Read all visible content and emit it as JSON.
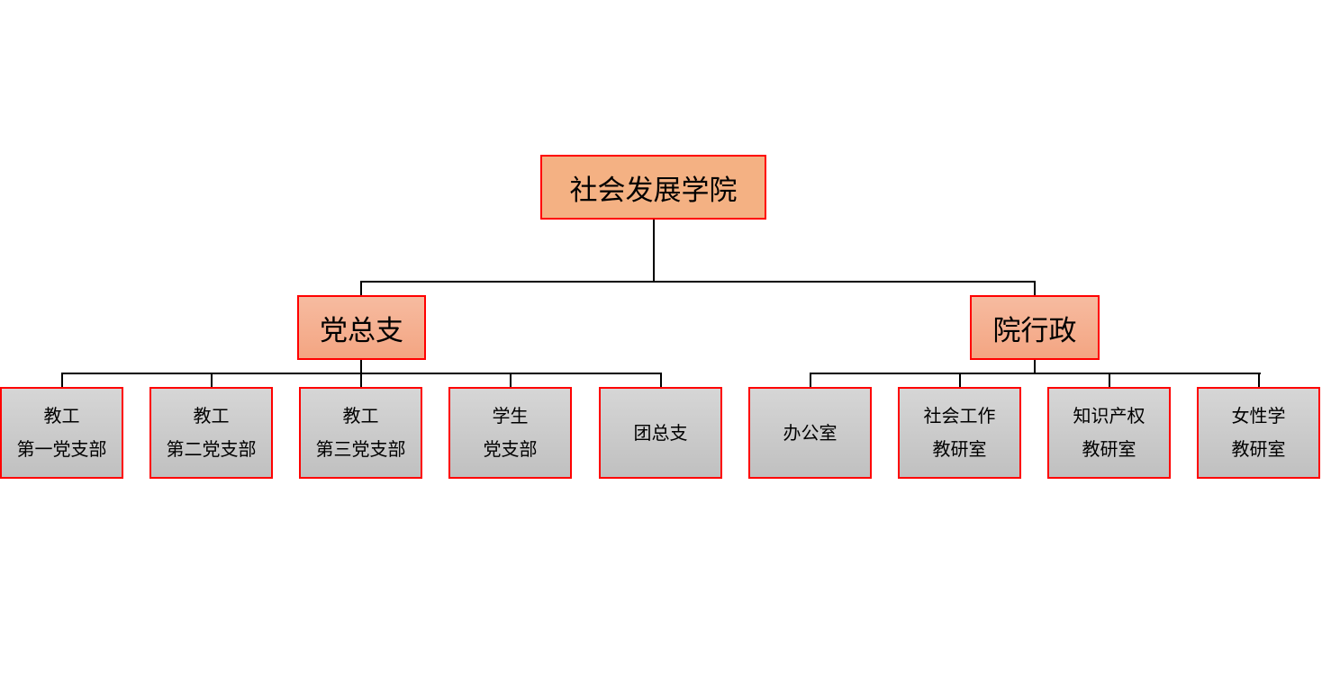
{
  "root": {
    "label": "社会发展学院"
  },
  "branches": [
    {
      "label": "党总支",
      "children": [
        {
          "line1": "教工",
          "line2": "第一党支部"
        },
        {
          "line1": "教工",
          "line2": "第二党支部"
        },
        {
          "line1": "教工",
          "line2": "第三党支部"
        },
        {
          "line1": "学生",
          "line2": "党支部"
        },
        {
          "line1": "团总支"
        }
      ]
    },
    {
      "label": "院行政",
      "children": [
        {
          "line1": "办公室"
        },
        {
          "line1": "社会工作",
          "line2": "教研室"
        },
        {
          "line1": "知识产权",
          "line2": "教研室"
        },
        {
          "line1": "女性学",
          "line2": "教研室"
        }
      ]
    }
  ],
  "colors": {
    "border": "#ff0000",
    "root_fill": "#f4b183",
    "leaf_fill": "#c8c8c8"
  }
}
